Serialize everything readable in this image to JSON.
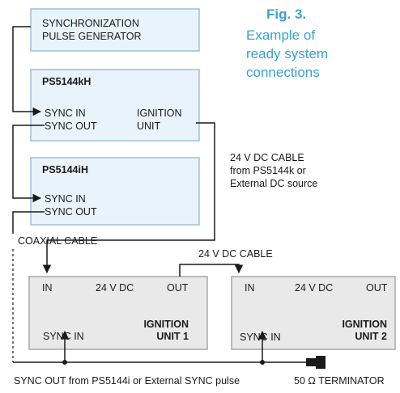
{
  "figure": {
    "number": "Fig. 3.",
    "caption_lines": [
      "Example of",
      "ready system",
      "connections"
    ]
  },
  "sync_generator": {
    "lines": [
      "SYNCHRONIZATION",
      "PULSE GENERATOR"
    ]
  },
  "ps5144kh": {
    "title": "PS5144kH",
    "sync_in": "SYNC IN",
    "sync_out": "SYNC OUT",
    "ignition": "IGNITION",
    "unit": "UNIT"
  },
  "ps5144ih": {
    "title": "PS5144iH",
    "sync_in": "SYNC IN",
    "sync_out": "SYNC OUT"
  },
  "dc_cable_note": [
    "24 V DC CABLE",
    "from PS5144k or",
    "External DC source"
  ],
  "coaxial_cable": "COAXIAL CABLE",
  "dc_cable_link": "24 V DC CABLE",
  "ignition_unit_1": {
    "in": "IN",
    "dc": "24 V DC",
    "out": "OUT",
    "title": "IGNITION",
    "subtitle": "UNIT 1",
    "sync_in": "SYNC IN"
  },
  "ignition_unit_2": {
    "in": "IN",
    "dc": "24 V DC",
    "out": "OUT",
    "title": "IGNITION",
    "subtitle": "UNIT 2",
    "sync_in": "SYNC IN"
  },
  "sync_out_note": "SYNC OUT from PS5144i or External SYNC pulse",
  "terminator": "50 Ω TERMINATOR",
  "colors": {
    "box_fill": "#e8f3fb",
    "box_stroke": "#8fb7d3",
    "unit_fill": "#e9e9e9",
    "unit_stroke": "#9a9a9a",
    "accent": "#3aa0cf"
  }
}
